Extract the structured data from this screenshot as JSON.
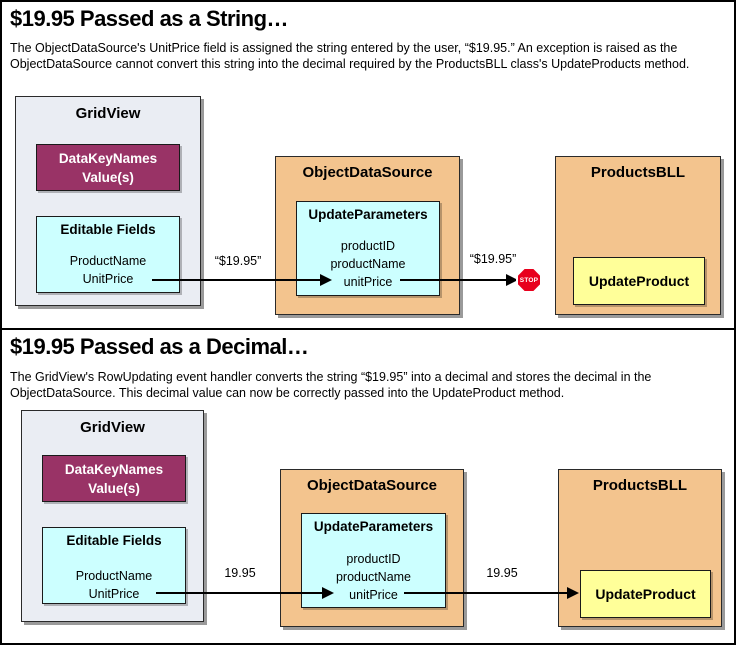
{
  "colors": {
    "gridview_fill": "#EAEDF3",
    "magenta": "#993366",
    "orange": "#F3C48E",
    "cyan": "#CCFFFF",
    "yellow": "#FFFF99",
    "stop_red": "#E8001D"
  },
  "panels": [
    {
      "title": "$19.95 Passed as a String…",
      "description": "The ObjectDataSource's UnitPrice field is assigned the string entered by the user, “$19.95.” An exception is raised as the ObjectDataSource cannot convert this string into the decimal required by the ProductsBLL class's UpdateProducts method.",
      "gridview": {
        "title": "GridView",
        "datakey_line1": "DataKeyNames",
        "datakey_line2": "Value(s)",
        "editable_title": "Editable Fields",
        "fields": [
          "ProductName",
          "UnitPrice"
        ]
      },
      "ods": {
        "title": "ObjectDataSource",
        "params_title": "UpdateParameters",
        "params": [
          "productID",
          "productName",
          "unitPrice"
        ]
      },
      "bll": {
        "title": "ProductsBLL",
        "method": "UpdateProduct"
      },
      "arrow1_label": "“$19.95”",
      "arrow2_label": "“$19.95”",
      "stop_label": "STOP"
    },
    {
      "title": "$19.95 Passed as a Decimal…",
      "description": "The GridView's RowUpdating event handler converts the string “$19.95” into a decimal and stores the decimal in the ObjectDataSource. This decimal value can now be correctly passed into the UpdateProduct method.",
      "gridview": {
        "title": "GridView",
        "datakey_line1": "DataKeyNames",
        "datakey_line2": "Value(s)",
        "editable_title": "Editable Fields",
        "fields": [
          "ProductName",
          "UnitPrice"
        ]
      },
      "ods": {
        "title": "ObjectDataSource",
        "params_title": "UpdateParameters",
        "params": [
          "productID",
          "productName",
          "unitPrice"
        ]
      },
      "bll": {
        "title": "ProductsBLL",
        "method": "UpdateProduct"
      },
      "arrow1_label": "19.95",
      "arrow2_label": "19.95"
    }
  ]
}
